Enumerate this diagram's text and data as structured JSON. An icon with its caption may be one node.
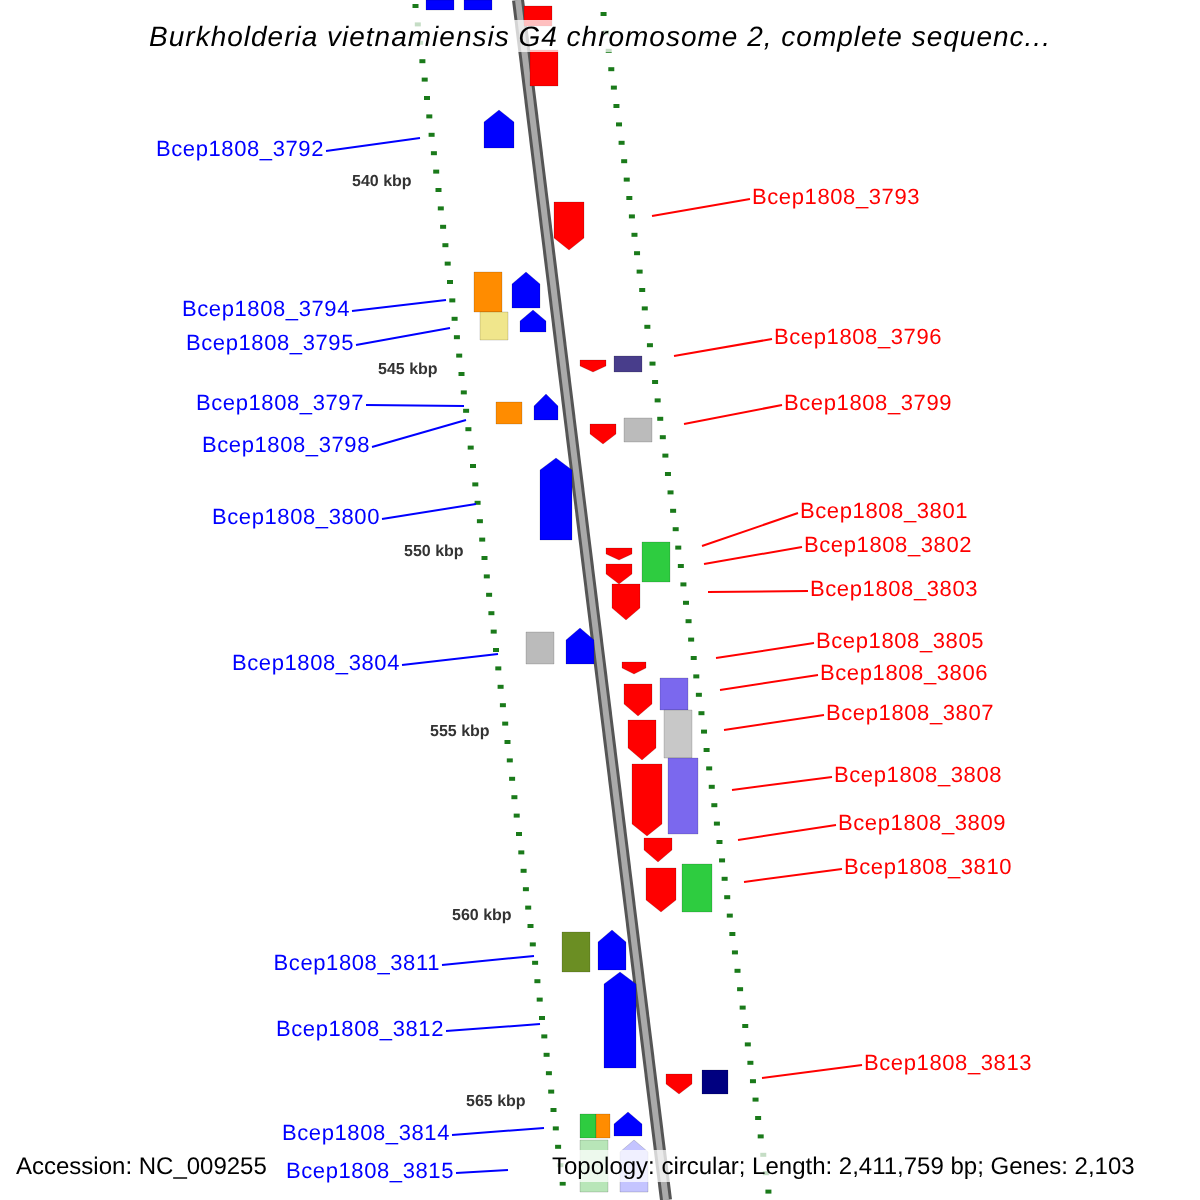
{
  "diagram": {
    "title": "Burkholderia vietnamiensis G4 chromosome 2, complete sequenc...",
    "nodes": [
      {
        "text": [
          "Bcep1808_3792"
        ]
      },
      {
        "text": [
          "Bcep1808_3793"
        ]
      },
      {
        "text": [
          "Bcep1808_3794"
        ]
      },
      {
        "text": [
          "Bcep1808_3795"
        ]
      },
      {
        "text": [
          "Bcep1808_3796"
        ]
      },
      {
        "text": [
          "Bcep1808_3797"
        ]
      },
      {
        "text": [
          "Bcep1808_3798"
        ]
      },
      {
        "text": [
          "Bcep1808_3799"
        ]
      },
      {
        "text": [
          "Bcep1808_3800"
        ]
      },
      {
        "text": [
          "Bcep1808_3801"
        ]
      },
      {
        "text": [
          "Bcep1808_3802"
        ]
      },
      {
        "text": [
          "Bcep1808_3803"
        ]
      },
      {
        "text": [
          "Bcep1808_3804"
        ]
      },
      {
        "text": [
          "Bcep1808_3805"
        ]
      },
      {
        "text": [
          "Bcep1808_3806"
        ]
      },
      {
        "text": [
          "Bcep1808_3807"
        ]
      },
      {
        "text": [
          "Bcep1808_3808"
        ]
      },
      {
        "text": [
          "Bcep1808_3809"
        ]
      },
      {
        "text": [
          "Bcep1808_3810"
        ]
      },
      {
        "text": [
          "Bcep1808_3811"
        ]
      },
      {
        "text": [
          "Bcep1808_3812"
        ]
      },
      {
        "text": [
          "Bcep1808_3813"
        ]
      },
      {
        "text": [
          "Bcep1808_3814"
        ]
      },
      {
        "text": [
          "Bcep1808_3815"
        ]
      }
    ],
    "edges": [
      {
        "from": 0,
        "to": null,
        "arrow": "none",
        "color": "#0000ff"
      },
      {
        "from": 1,
        "to": null,
        "arrow": "none"
      },
      {
        "from": 2,
        "to": null,
        "arrow": "none",
        "color": "#0000ff"
      },
      {
        "from": 3,
        "to": null,
        "arrow": "none",
        "color": "#0000ff"
      },
      {
        "from": 4,
        "to": null,
        "arrow": "none"
      },
      {
        "from": 5,
        "to": null,
        "arrow": "none",
        "color": "#0000ff"
      },
      {
        "from": 6,
        "to": null,
        "arrow": "none",
        "color": "#0000ff"
      },
      {
        "from": 7,
        "to": null,
        "arrow": "none"
      },
      {
        "from": 8,
        "to": null,
        "arrow": "none",
        "color": "#0000ff"
      },
      {
        "from": 9,
        "to": null,
        "arrow": "none"
      },
      {
        "from": 10,
        "to": null,
        "arrow": "none"
      },
      {
        "from": 11,
        "to": null,
        "arrow": "none"
      },
      {
        "from": 12,
        "to": null,
        "arrow": "none",
        "color": "#0000ff"
      },
      {
        "from": 13,
        "to": null,
        "arrow": "none"
      },
      {
        "from": 14,
        "to": null,
        "arrow": "none"
      },
      {
        "from": 15,
        "to": null,
        "arrow": "none"
      },
      {
        "from": 16,
        "to": null,
        "arrow": "none"
      },
      {
        "from": 17,
        "to": null,
        "arrow": "none"
      },
      {
        "from": 18,
        "to": null,
        "arrow": "none"
      },
      {
        "from": 19,
        "to": null,
        "arrow": "none",
        "color": "#0000ff"
      },
      {
        "from": 20,
        "to": null,
        "arrow": "none",
        "color": "#0000ff"
      },
      {
        "from": 21,
        "to": null,
        "arrow": "none"
      },
      {
        "from": 22,
        "to": null,
        "arrow": "none",
        "color": "#0000ff"
      },
      {
        "from": 23,
        "to": null,
        "arrow": "none",
        "color": "#0000ff"
      }
    ],
    "labels": [
      "540 kbp",
      "545 kbp",
      "550 kbp",
      "555 kbp",
      "560 kbp",
      "565 kbp",
      "Accession: NC_009255",
      "Topology: circular; Length: 2,411,759 bp; Genes: 2,103"
    ]
  }
}
